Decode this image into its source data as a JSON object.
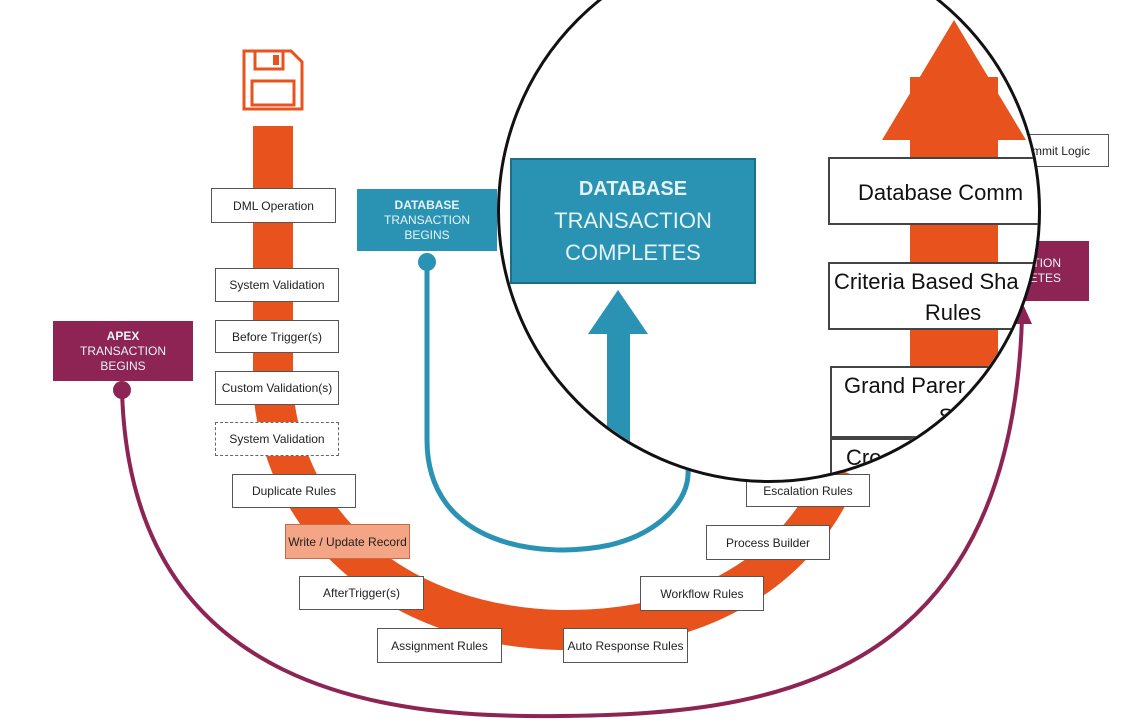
{
  "steps": {
    "dml_operation": "DML Operation",
    "system_validation": "System Validation",
    "before_triggers": "Before Trigger(s)",
    "custom_validations": "Custom Validation(s)",
    "system_validation_2": "System Validation",
    "duplicate_rules": "Duplicate Rules",
    "write_update_record": "Write / Update Record",
    "after_triggers": "AfterTrigger(s)",
    "assignment_rules": "Assignment Rules",
    "auto_response_rules": "Auto Response Rules",
    "workflow_rules": "Workflow Rules",
    "process_builder": "Process Builder",
    "escalation_rules": "Escalation Rules",
    "commit_logic": "mmit Logic"
  },
  "db_begins": {
    "bold": "DATABASE",
    "line1": "TRANSACTION",
    "line2": "BEGINS"
  },
  "apex_begins": {
    "bold": "APEX",
    "line1": "TRANSACTION",
    "line2": "BEGINS"
  },
  "apex_completes_partial": {
    "line1": "TION",
    "line2": "ETES"
  },
  "zoom": {
    "db_completes": {
      "bold": "DATABASE",
      "line1": "TRANSACTION",
      "line2": "COMPLETES"
    },
    "database_commit": "Database Comm",
    "criteria_sharing_line1": "Criteria Based Sha",
    "criteria_sharing_line2": "Rules",
    "grand_parent_line1": "Grand Parer",
    "grand_parent_line2": "Sumr",
    "cro_partial": "Cro"
  },
  "colors": {
    "flow_orange": "#e8521c",
    "teal": "#2a93b3",
    "plum": "#8e2453",
    "highlight": "#f3a585"
  },
  "icons": [
    "floppy-disk-icon",
    "arrow-up-icon"
  ]
}
